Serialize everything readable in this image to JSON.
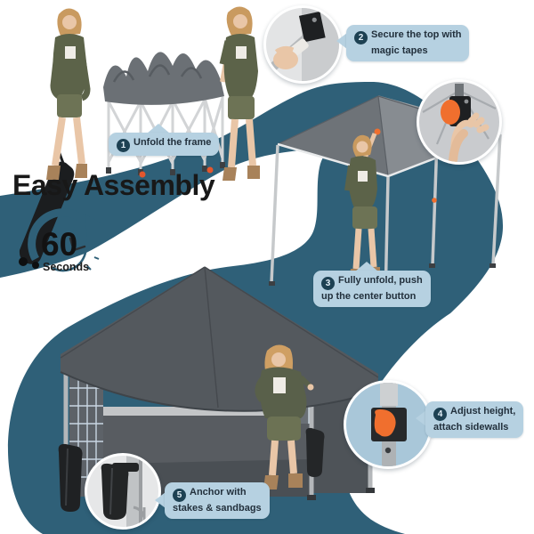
{
  "title": "Easy Assembly",
  "timer": {
    "value": "60",
    "unit": "Seconds"
  },
  "steps": [
    {
      "num": "1",
      "line1": "Unfold the frame",
      "line2": ""
    },
    {
      "num": "2",
      "line1": "Secure the top with",
      "line2": "magic tapes"
    },
    {
      "num": "3",
      "line1": "Fully unfold, push",
      "line2": "up the center button"
    },
    {
      "num": "4",
      "line1": "Adjust height,",
      "line2": "attach sidewalls"
    },
    {
      "num": "5",
      "line1": "Anchor with",
      "line2": "stakes & sandbags"
    }
  ],
  "insets": [
    {
      "icon": "magic-tape-closeup-icon"
    },
    {
      "icon": "center-button-closeup-icon"
    },
    {
      "icon": "height-lever-closeup-icon"
    },
    {
      "icon": "sandbag-anchor-closeup-icon"
    }
  ],
  "colors": {
    "ribbon": "#2f6078",
    "label_bg": "#b6d1e1",
    "badge_bg": "#1d4153",
    "accent_orange": "#ee6c2d",
    "canopy_gray": "#5a5f64"
  }
}
